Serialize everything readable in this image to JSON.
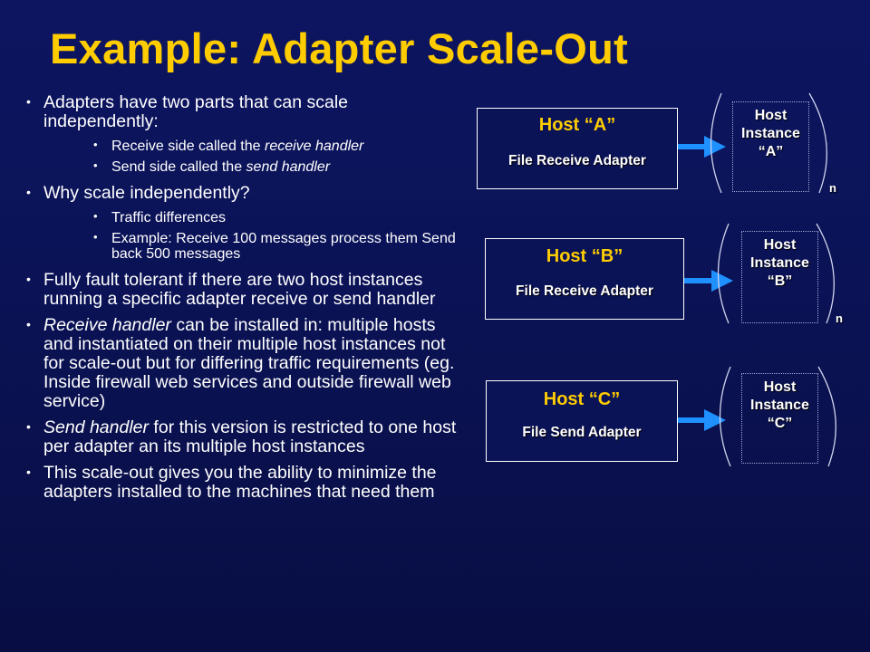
{
  "title": "Example: Adapter Scale-Out",
  "bullets": [
    {
      "text": "Adapters have two parts that can scale independently:"
    },
    {
      "pre": "Receive side called the ",
      "em": "receive handler"
    },
    {
      "pre": "Send side called the ",
      "em": "send handler"
    },
    {
      "text": "Why scale independently?"
    },
    {
      "text": "Traffic differences"
    },
    {
      "text": "Example: Receive 100 messages process them Send back 500 messages"
    },
    {
      "text": "Fully fault tolerant if there are two host instances running a specific adapter receive or send handler"
    },
    {
      "em": "Receive handler",
      "post": " can be installed in: multiple hosts and instantiated on their multiple host instances not for scale-out but for differing traffic requirements (eg. Inside firewall web services and outside firewall web service)"
    },
    {
      "em": "Send handler",
      "post": " for this version is restricted to one host per adapter an its multiple host instances"
    },
    {
      "text": "This scale-out gives you the ability to minimize the adapters installed to the machines that need them"
    }
  ],
  "diagram": {
    "hosts": [
      {
        "name": "Host “A”",
        "adapter": "File Receive Adapter"
      },
      {
        "name": "Host “B”",
        "adapter": "File Receive Adapter"
      },
      {
        "name": "Host “C”",
        "adapter": "File Send Adapter"
      }
    ],
    "instances": [
      {
        "line1": "Host",
        "line2": "Instance",
        "line3": "“A”"
      },
      {
        "line1": "Host",
        "line2": "Instance",
        "line3": "“B”"
      },
      {
        "line1": "Host",
        "line2": "Instance",
        "line3": "“C”"
      }
    ],
    "multiplicity": [
      "n",
      "n"
    ]
  },
  "colors": {
    "title": "#ffcc00",
    "background": "#0b1357",
    "arrow": "#1e90ff"
  }
}
